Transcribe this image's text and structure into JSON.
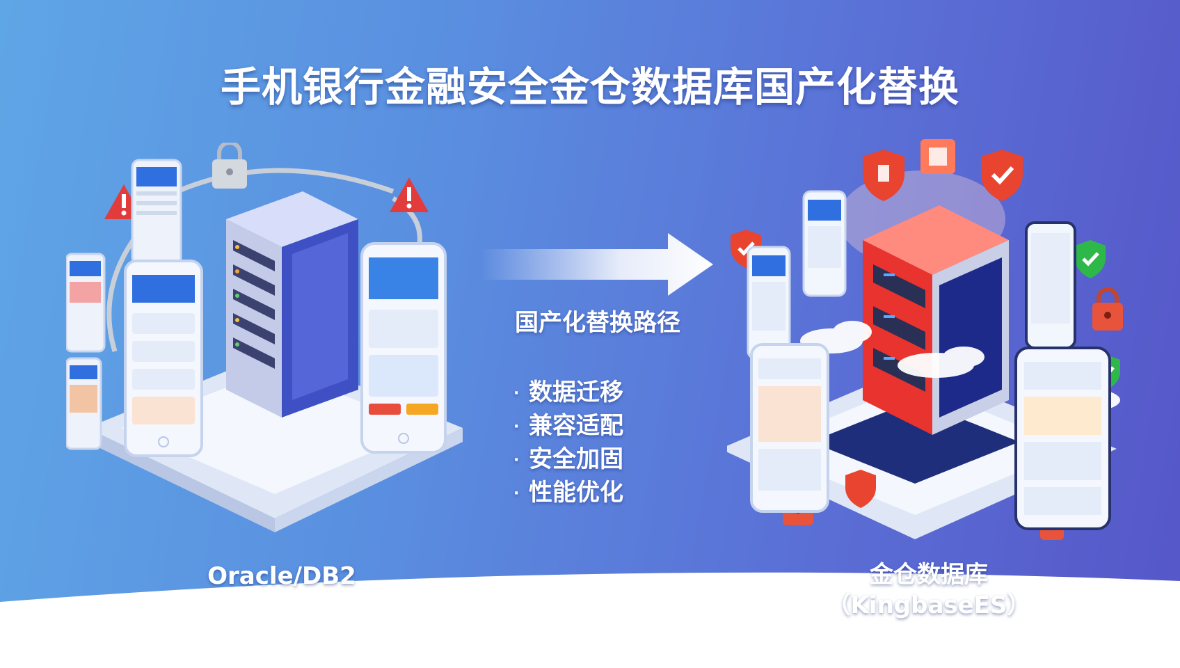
{
  "title": "手机银行金融安全金仓数据库国产化替换",
  "left": {
    "label": "Oracle/DB2"
  },
  "middle": {
    "path_label": "国产化替换路径",
    "steps": [
      "数据迁移",
      "兼容适配",
      "安全加固",
      "性能优化"
    ]
  },
  "right": {
    "label_line1": "金仓数据库",
    "label_line2": "（KingbaseES）"
  },
  "icons": {
    "left": [
      "lock-icon",
      "chain-icon",
      "warning-icon",
      "server-icon",
      "phone-icon"
    ],
    "right": [
      "shield-icon",
      "check-shield-icon",
      "chip-icon",
      "lock-icon",
      "cloud-icon",
      "server-icon",
      "phone-icon"
    ]
  },
  "colors": {
    "legacy_server": "#3f4fc4",
    "kingbase_server": "#e8332e",
    "warning": "#e23b3b",
    "check": "#2fb84a"
  }
}
